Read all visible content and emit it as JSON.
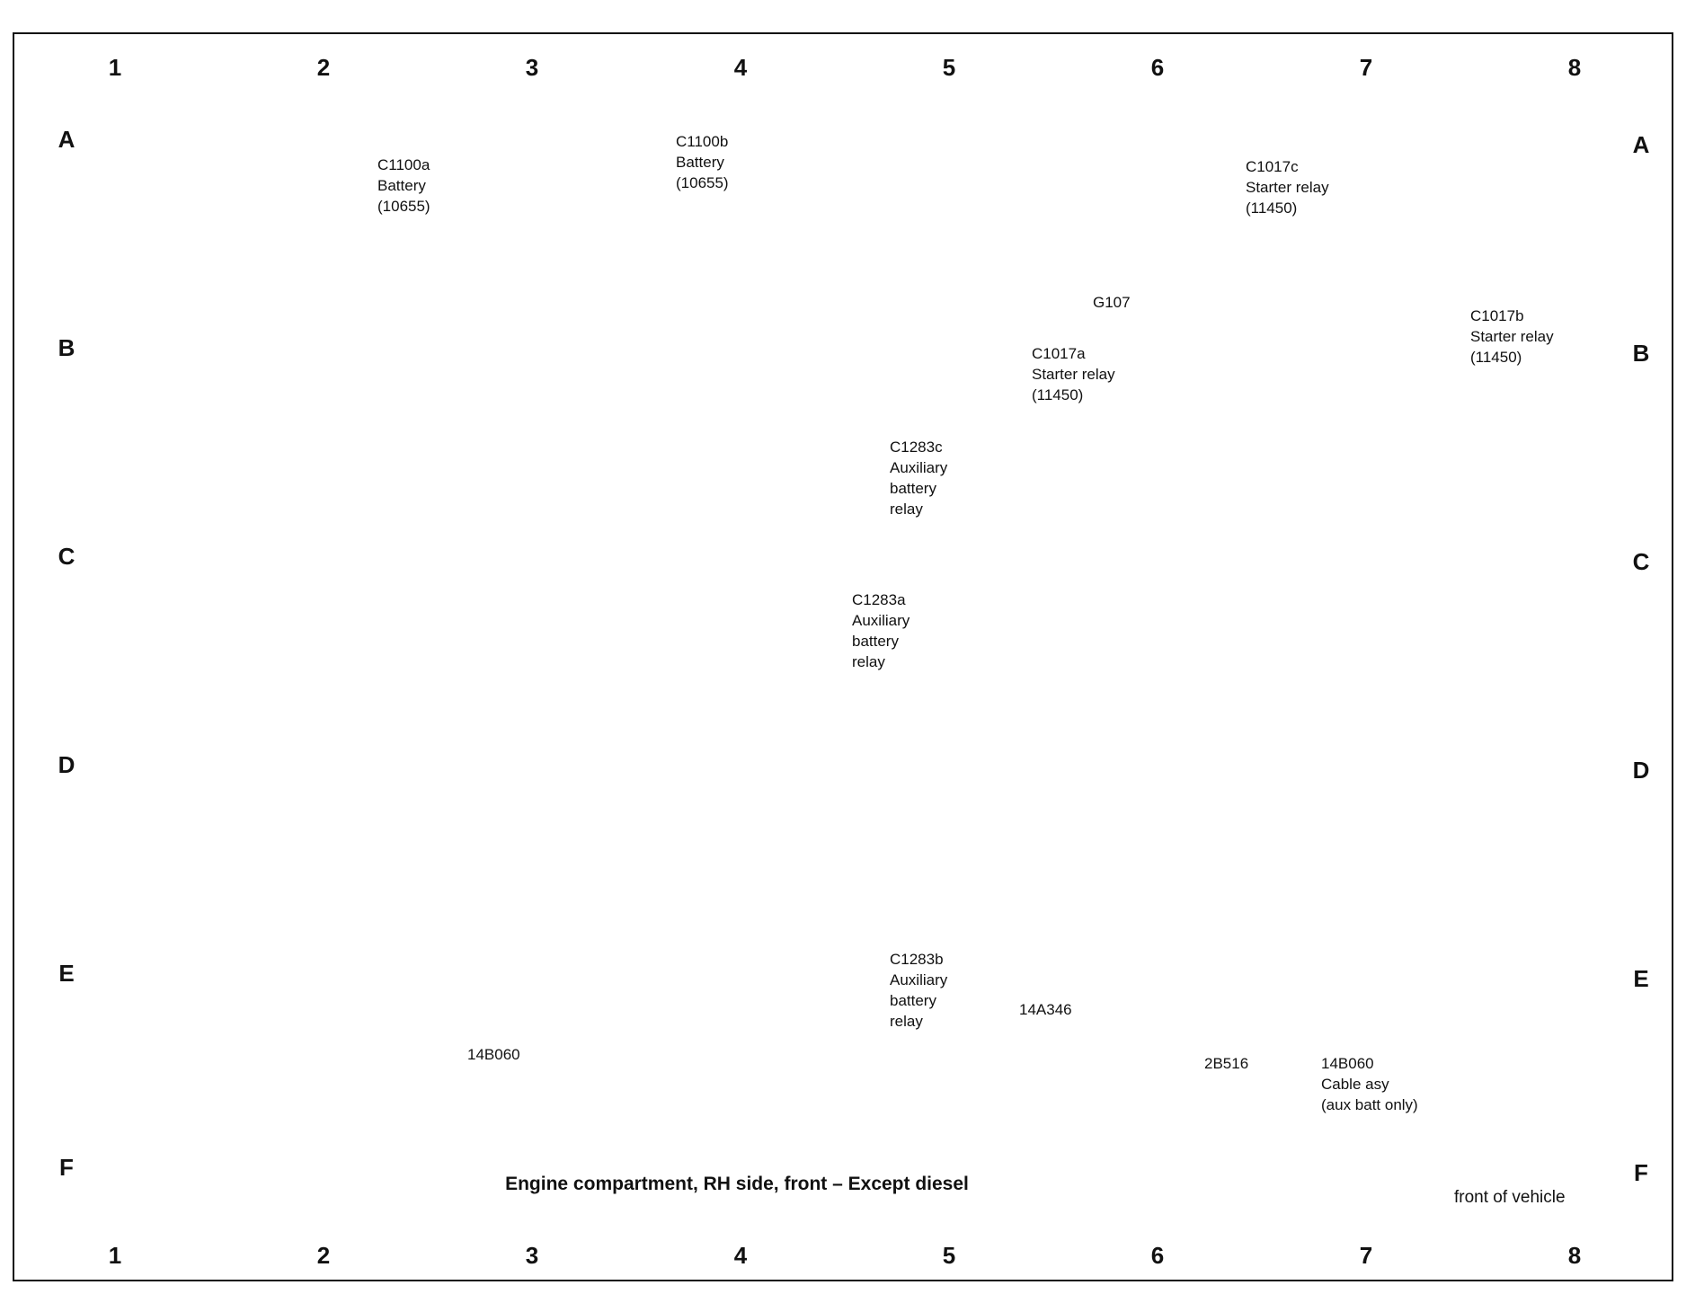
{
  "grid": {
    "columns": [
      "1",
      "2",
      "3",
      "4",
      "5",
      "6",
      "7",
      "8"
    ],
    "rows": [
      "A",
      "B",
      "C",
      "D",
      "E",
      "F"
    ]
  },
  "callouts": {
    "c1100a": [
      "C1100a",
      "Battery",
      "(10655)"
    ],
    "c1100b": [
      "C1100b",
      "Battery",
      "(10655)"
    ],
    "c1017c": [
      "C1017c",
      "Starter relay",
      "(11450)"
    ],
    "g107": [
      "G107"
    ],
    "c1017b": [
      "C1017b",
      "Starter relay",
      "(11450)"
    ],
    "c1017a": [
      "C1017a",
      "Starter relay",
      "(11450)"
    ],
    "c1283c": [
      "C1283c",
      "Auxiliary",
      "battery",
      "relay"
    ],
    "c1283a": [
      "C1283a",
      "Auxiliary",
      "battery",
      "relay"
    ],
    "c1283b": [
      "C1283b",
      "Auxiliary",
      "battery",
      "relay"
    ],
    "w14b060_left": [
      "14B060"
    ],
    "w14a346": [
      "14A346"
    ],
    "w2b516": [
      "2B516"
    ],
    "w14b060_right": [
      "14B060",
      "Cable asy",
      "(aux batt only)"
    ]
  },
  "caption": "Engine compartment, RH side, front – Except diesel",
  "orientation_label": "front of vehicle",
  "colors": {
    "ink": "#111111",
    "paper": "#ffffff"
  }
}
